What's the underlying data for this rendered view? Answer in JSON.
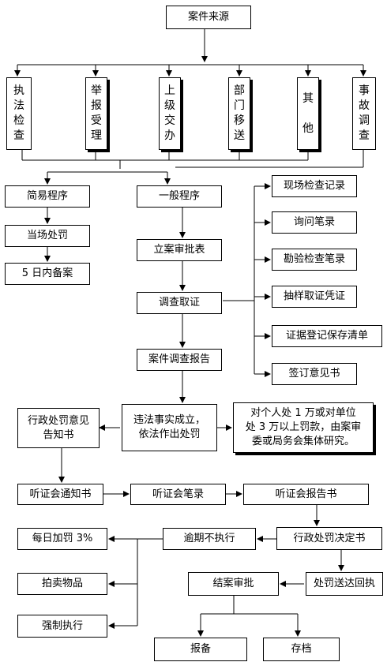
{
  "nodes": {
    "case_source": "案件来源",
    "sources": {
      "inspection": "执\n法\n检\n查",
      "report": "举\n报\n受\n理",
      "superior": "上\n级\n交\n办",
      "transfer": "部\n门\n移\n送",
      "other": "其\n\n他",
      "accident": "事\n故\n调\n查"
    },
    "simple_procedure": "简易程序",
    "on_spot_penalty": "当场处罚",
    "filing_5days": "5 日内备案",
    "general_procedure": "一般程序",
    "filing_approval": "立案审批表",
    "investigation": "调查取证",
    "investigation_report": "案件调查报告",
    "evidence": {
      "site_record": "现场检查记录",
      "inquiry": "询问笔录",
      "survey": "勘验检查笔录",
      "sampling": "抽样取证凭证",
      "register": "证据登记保存清单",
      "opinion": "签订意见书"
    },
    "penalty_notice": "行政处罚意见\n告知书",
    "violation_confirmed": "违法事实成立，\n依法作出处罚",
    "collective_study": "对个人处 1 万或对单位\n处 3 万以上罚款，由案审\n委或局务会集体研究。",
    "hearing_notice": "听证会通知书",
    "hearing_record": "听证会笔录",
    "hearing_report": "听证会报告书",
    "daily_fine": "每日加罚 3%",
    "overdue": "逾期不执行",
    "penalty_decision": "行政处罚决定书",
    "auction": "拍卖物品",
    "closing_approval": "结案审批",
    "delivery_receipt": "处罚送达回执",
    "enforcement": "强制执行",
    "record": "报备",
    "archive": "存档"
  }
}
